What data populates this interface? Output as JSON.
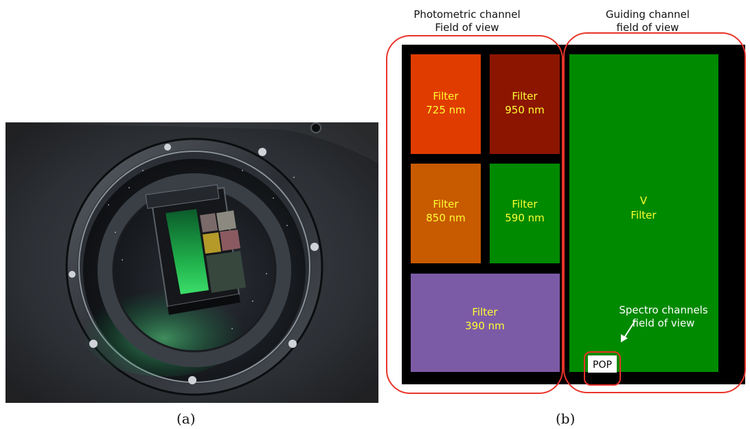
{
  "captions": {
    "left": "(a)",
    "right": "(b)"
  },
  "diagram": {
    "photometric_header": [
      "Photometric channel",
      "Field of view"
    ],
    "guiding_header": [
      "Guiding channel",
      "field of view"
    ],
    "filters": {
      "f725": [
        "Filter",
        "725 nm"
      ],
      "f950": [
        "Filter",
        "950 nm"
      ],
      "f850": [
        "Filter",
        "850 nm"
      ],
      "f590": [
        "Filter",
        "590 nm"
      ],
      "f390": [
        "Filter",
        "390 nm"
      ],
      "v": [
        "V",
        "Filter"
      ]
    },
    "spectro_note": [
      "Spectro channels",
      "field of view"
    ],
    "pop_label": "POP",
    "colors": {
      "f725": "#e03c00",
      "f950": "#8c1500",
      "f850": "#c85a00",
      "f590": "#008a00",
      "f390": "#7c5ba6",
      "v": "#008a00",
      "frame": "#000000",
      "highlight": "#e8332a"
    }
  }
}
